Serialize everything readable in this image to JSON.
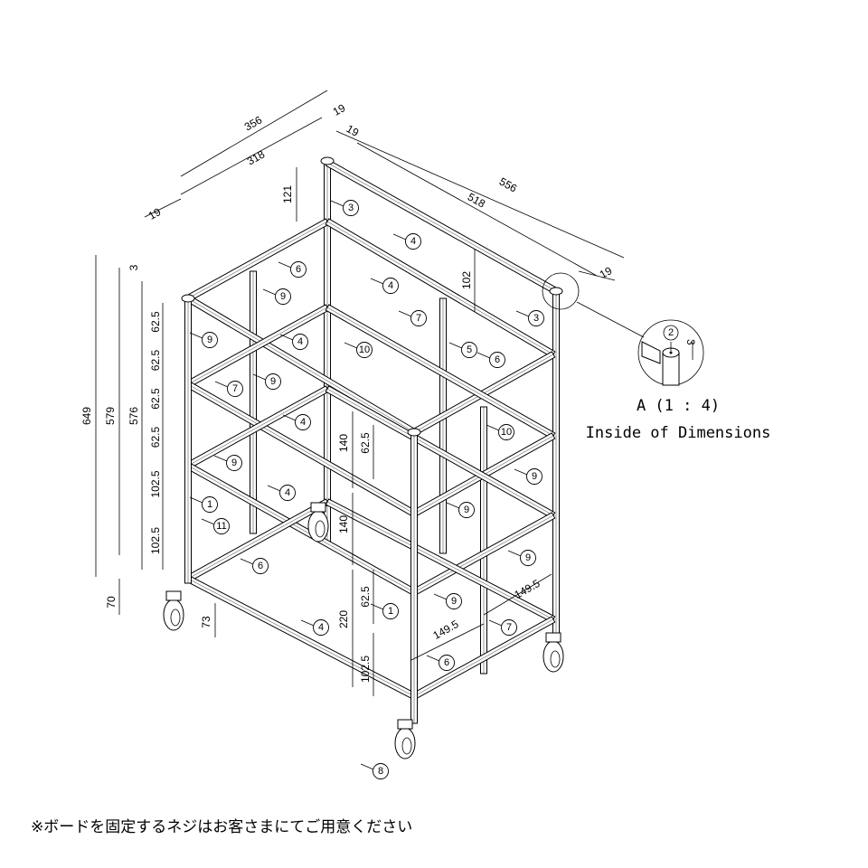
{
  "dimensions": {
    "top_depth": "356",
    "top_inner_depth": "318",
    "top_side_19a": "19",
    "top_side_19b": "19",
    "top_side_19c": "19",
    "top_width": "556",
    "top_inner_width": "518",
    "right_19": "19",
    "top_height": "121",
    "top_back_height": "102",
    "overall_height": "649",
    "frame_height": "579",
    "inner_height": "576",
    "gap_3": "3",
    "left_spacings": [
      "62.5",
      "62.5",
      "62.5",
      "62.5",
      "102.5",
      "102.5"
    ],
    "caster_height": "70",
    "caster_offset": "73",
    "mid_140a": "140",
    "mid_140b": "140",
    "mid_62_5a": "62.5",
    "mid_62_5b": "62.5",
    "bottom_220": "220",
    "bottom_102_5": "102.5",
    "shelf_149_5a": "149.5",
    "shelf_149_5b": "149.5"
  },
  "callouts": [
    "3",
    "4",
    "6",
    "4",
    "9",
    "7",
    "5",
    "6",
    "3",
    "9",
    "4",
    "10",
    "7",
    "9",
    "9",
    "4",
    "10",
    "9",
    "9",
    "9",
    "1",
    "11",
    "4",
    "6",
    "9",
    "1",
    "7",
    "6",
    "8",
    "4",
    "2"
  ],
  "detail": {
    "title": "A (1 : 4)",
    "subtitle": "Inside of Dimensions",
    "callout": "2",
    "dim": "3"
  },
  "note": "※ボードを固定するネジはお客さまにてご用意ください"
}
